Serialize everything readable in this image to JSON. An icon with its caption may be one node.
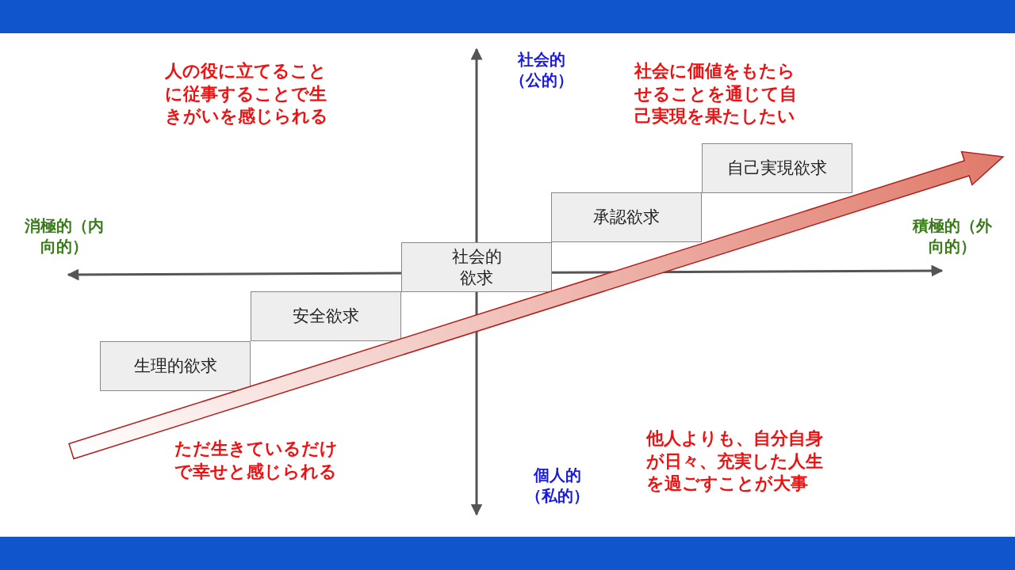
{
  "diagram": {
    "nodes": [
      {
        "text": [
          "生理的欲求"
        ]
      },
      {
        "text": [
          "安全欲求"
        ]
      },
      {
        "text": [
          "社会的欲求"
        ]
      },
      {
        "text": [
          "承認欲求"
        ]
      },
      {
        "text": [
          "自己実現欲求"
        ]
      }
    ],
    "labels": [
      "人の役に立てることに従事することで生きがいを感じられる",
      "社会的（公的）",
      "社会に価値をもたらせることを通じて自己実現を果たしたい",
      "消極的（内向的）",
      "積極的（外向的）",
      "ただ生きているだけで幸せと感じられる",
      "他人よりも、自分自身が日々、充実した人生を過ごすことが大事",
      "個人的（私的）"
    ]
  }
}
